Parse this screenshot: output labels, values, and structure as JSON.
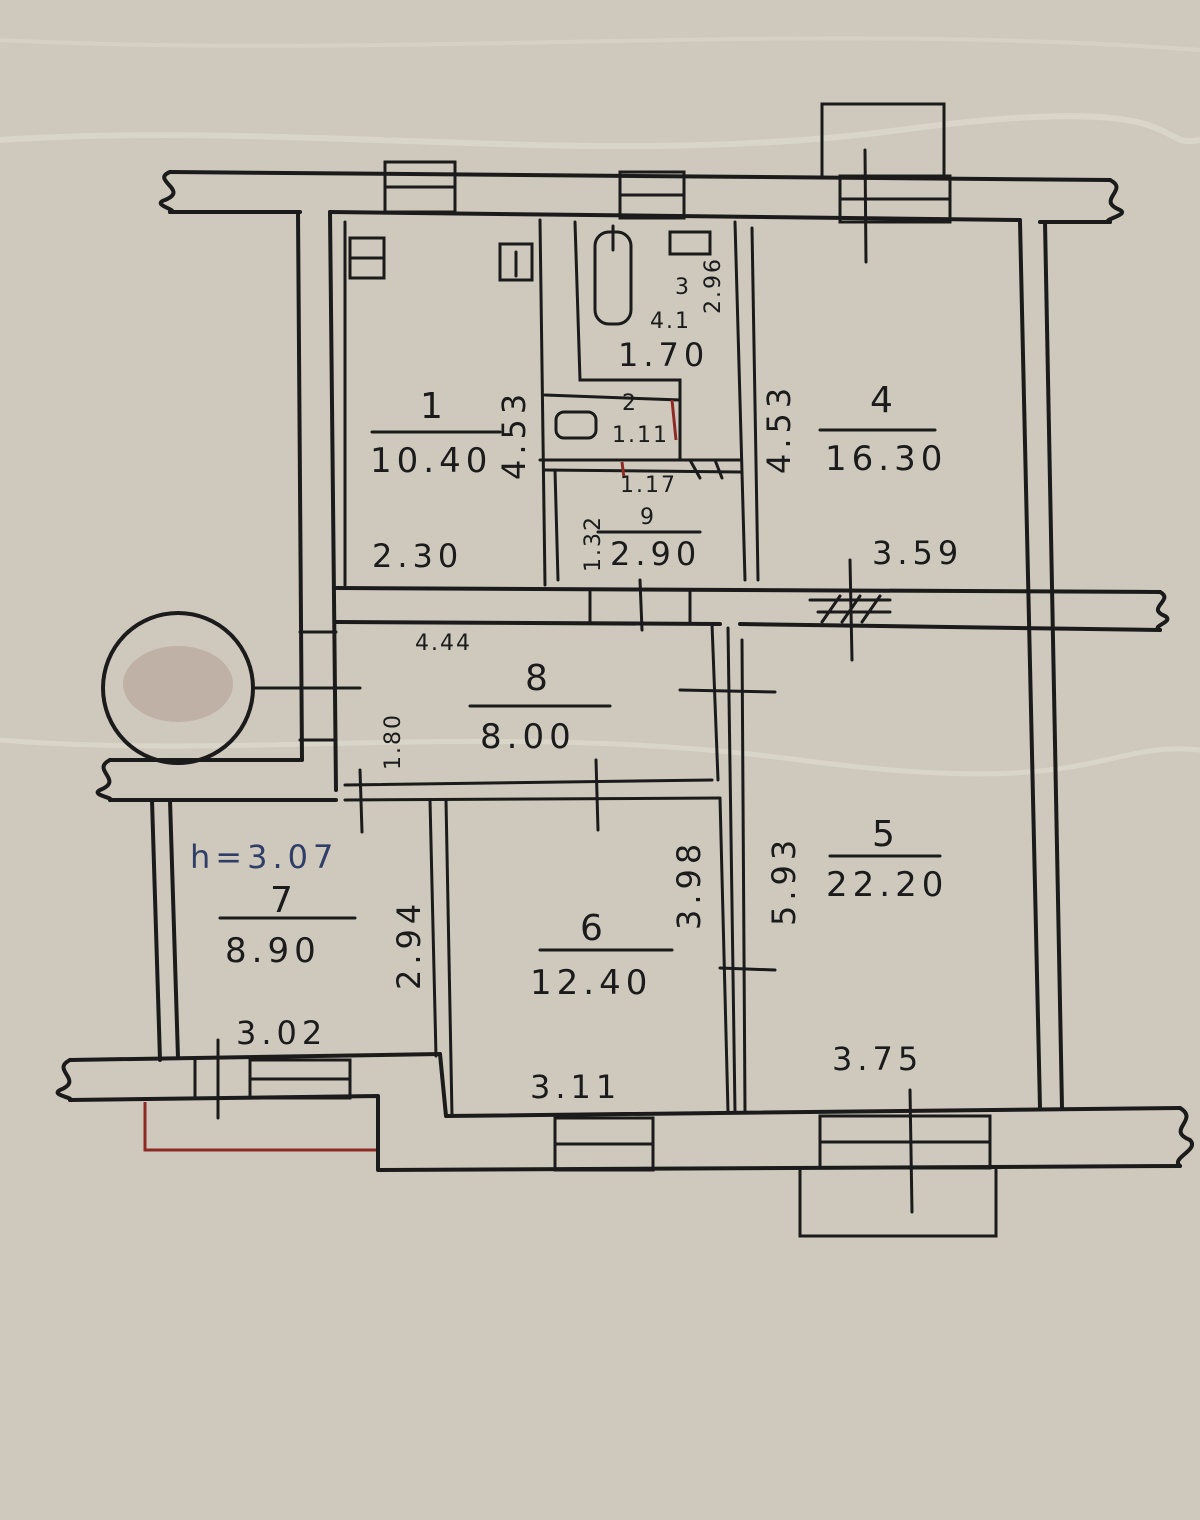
{
  "rooms": [
    {
      "number": "1",
      "area": "10.40"
    },
    {
      "number": "2",
      "area": "1.11"
    },
    {
      "number": "3",
      "area": "4.1"
    },
    {
      "number": "4",
      "area": "16.30"
    },
    {
      "number": "5",
      "area": "22.20"
    },
    {
      "number": "6",
      "area": "12.40"
    },
    {
      "number": "7",
      "area": "8.90"
    },
    {
      "number": "8",
      "area": "8.00"
    },
    {
      "number": "9",
      "area": "2.90"
    }
  ],
  "dimensions": {
    "room1_width": "2.30",
    "room1_length": "4.53",
    "room3_width": "1.70",
    "room3_length": "2.96",
    "room9_width": "1.32",
    "room2_length": "1.17",
    "room4_width": "3.59",
    "room4_length": "4.53",
    "room8_width": "4.44",
    "room8_length": "1.80",
    "room7_width": "3.02",
    "room7_length": "2.94",
    "room6_width": "3.11",
    "room6_length": "3.98",
    "room5_width": "3.75",
    "room5_length": "5.93"
  },
  "ceiling_height": "h=3.07",
  "colors": {
    "paper": "#cfc9bd",
    "ink": "#1b1b1b",
    "red_ink": "#8e2a26",
    "blue_ink": "#2f3e66",
    "stack": "#b39d92"
  }
}
